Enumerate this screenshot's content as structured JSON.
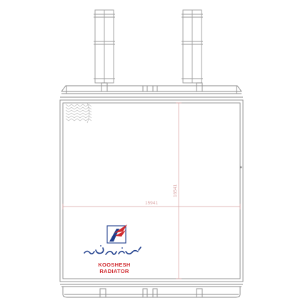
{
  "dimensions": {
    "width_label": "15941",
    "height_label": "16541"
  },
  "logo": {
    "brand_line_1": "KOOSHESH",
    "brand_line_2": "RADIATOR",
    "colors": {
      "blue": "#1f3e8c",
      "red": "#d02a2e"
    }
  },
  "colors": {
    "outline": "#8a8a8a",
    "pipe": "#9a9a9a",
    "dimension_line": "#d9a3a3",
    "fins": "#c9c9c9"
  }
}
